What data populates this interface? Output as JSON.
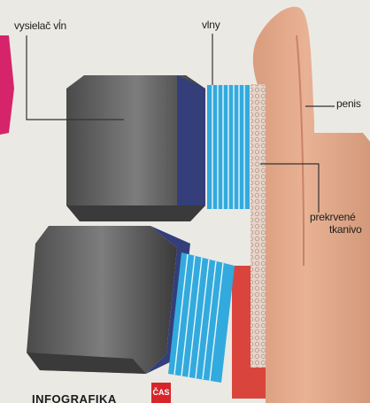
{
  "labels": {
    "emitter": "vysielač vĺn",
    "waves": "vlny",
    "penis": "penis",
    "tissue_line1": "prekrvené",
    "tissue_line2": "tkanivo"
  },
  "footer": {
    "credit": "INFOGRAFIKA",
    "logo": "ČAS"
  },
  "colors": {
    "background": "#ebe9e4",
    "skin": "#e3a888",
    "blood_tissue": "#d9453c",
    "wave_blue": "#33aadd",
    "emitter_gray": "#5a5a5a",
    "emitter_face": "#333e7a",
    "accent_magenta": "#d6246a",
    "logo_red": "#d6262c"
  }
}
